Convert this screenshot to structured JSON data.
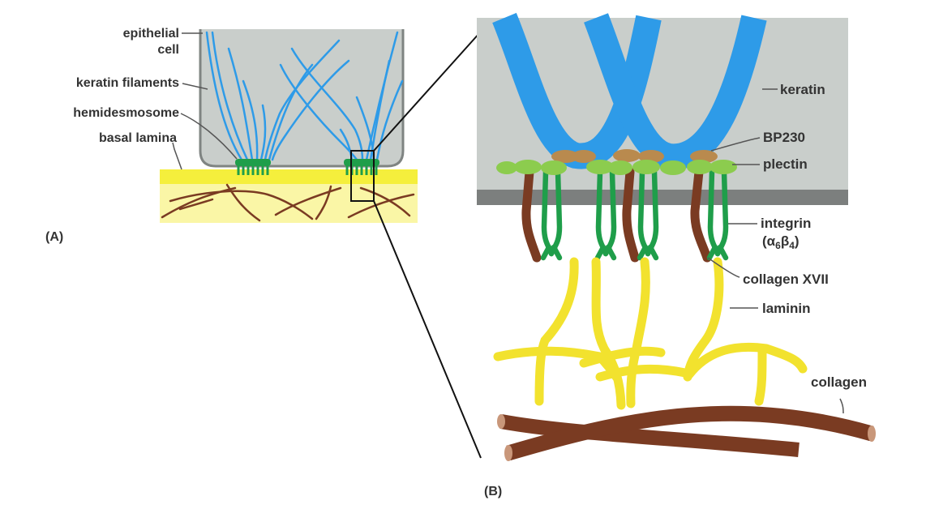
{
  "panel_a": {
    "letter": "(A)",
    "labels": {
      "epithelial_line1": "epithelial",
      "epithelial_line2": "cell",
      "keratin_filaments": "keratin filaments",
      "hemidesmosome": "hemidesmosome",
      "basal_lamina": "basal lamina"
    }
  },
  "panel_b": {
    "letter": "(B)",
    "labels": {
      "keratin": "keratin",
      "bp230": "BP230",
      "plectin": "plectin",
      "integrin_line1": "integrin",
      "integrin_line2_prefix": "(",
      "integrin_alpha": "α",
      "integrin_alpha_sub": "6",
      "integrin_beta": "β",
      "integrin_beta_sub": "4",
      "integrin_line2_suffix": ")",
      "collagen_xvii": "collagen XVII",
      "laminin": "laminin",
      "collagen": "collagen"
    }
  },
  "colors": {
    "cell_fill": "#c9cecb",
    "cell_border": "#7f8482",
    "keratin_blue": "#2e9be8",
    "hemidesmosome_green": "#1f9e4a",
    "basal_lamina_yellow": "#f5ef3c",
    "lamina_light": "#faf6a6",
    "membrane_gray": "#7c7f7e",
    "bp230_tan": "#b98a4e",
    "plectin_green": "#8ccc4e",
    "integrin_green": "#1f9e4a",
    "collagen_xvii_brown": "#7a3b22",
    "laminin_yellow": "#f2e22e",
    "collagen_brown": "#7a3b22",
    "collagen_end": "#c9977a",
    "label_text": "#333333"
  }
}
